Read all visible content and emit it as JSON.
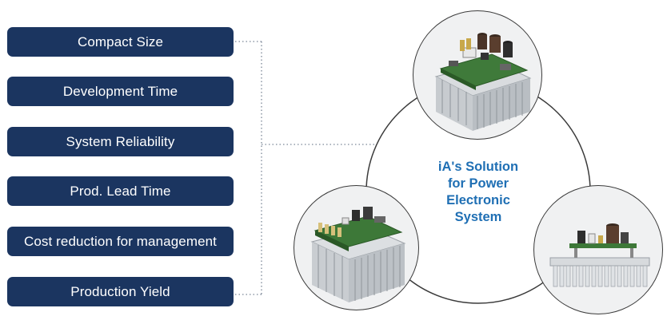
{
  "features": [
    {
      "label": "Compact Size"
    },
    {
      "label": "Development Time"
    },
    {
      "label": "System Reliability"
    },
    {
      "label": "Prod. Lead Time"
    },
    {
      "label": "Cost reduction for management"
    },
    {
      "label": "Production Yield"
    }
  ],
  "hub": {
    "lines": [
      "iA's  Solution",
      "for Power",
      "Electronic",
      "System"
    ]
  },
  "colors": {
    "pill_bg": "#1b3560",
    "pill_text": "#ffffff",
    "hub_text": "#1f6fb4",
    "connector": "#7a8696"
  },
  "images": [
    {
      "name": "pcb-module-heatsink-top"
    },
    {
      "name": "pcb-module-heatsink-left"
    },
    {
      "name": "pcb-module-heatsink-right"
    }
  ]
}
